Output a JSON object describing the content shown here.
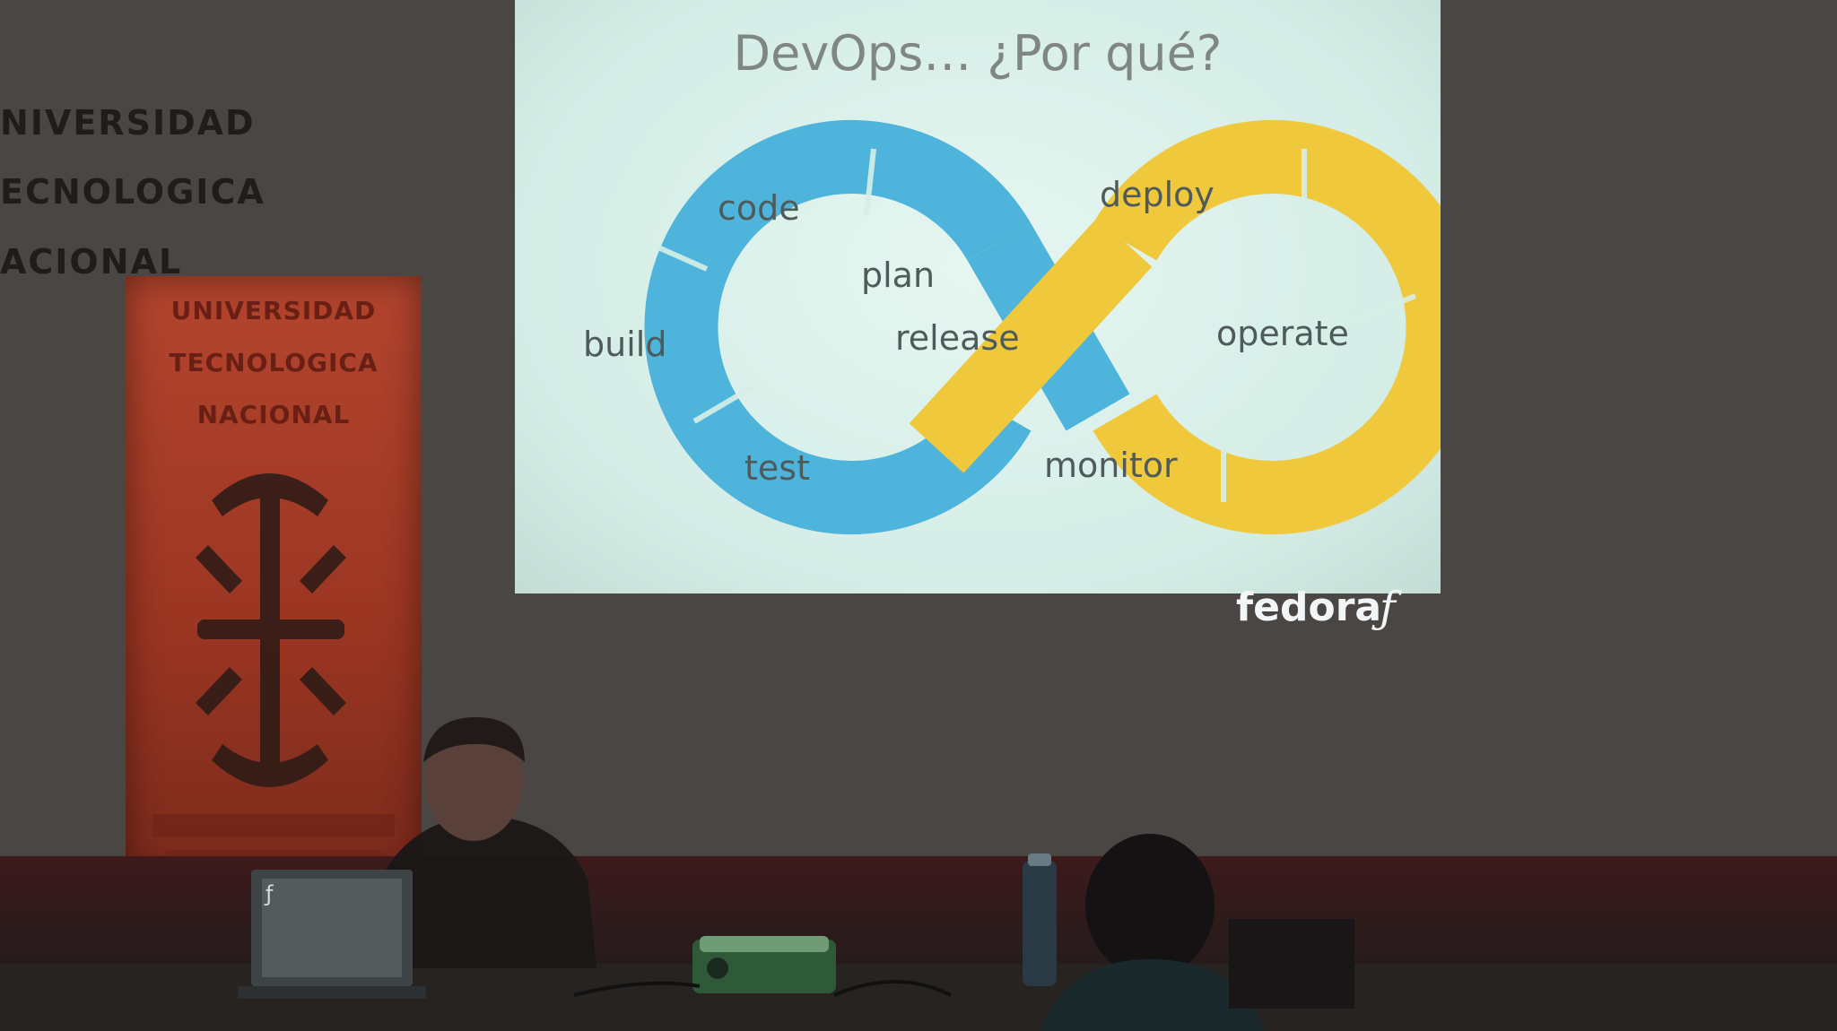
{
  "slide": {
    "title": "DevOps… ¿Por qué?",
    "loop_labels": {
      "code": "code",
      "plan": "plan",
      "build": "build",
      "test": "test",
      "release": "release",
      "deploy": "deploy",
      "operate": "operate",
      "monitor": "monitor"
    },
    "brand": "fedora",
    "colors": {
      "dev_loop": "#4fb4dc",
      "ops_loop": "#f0c83c",
      "background": "#dcf0ea"
    }
  },
  "wall_sign": {
    "line1": "NIVERSIDAD",
    "line2": "ECNOLOGICA",
    "line3": "ACIONAL"
  },
  "banner": {
    "line1": "UNIVERSIDAD",
    "line2": "TECNOLOGICA",
    "line3": "NACIONAL"
  },
  "icons": [
    "fedora-logo-icon",
    "utn-logo-icon"
  ]
}
